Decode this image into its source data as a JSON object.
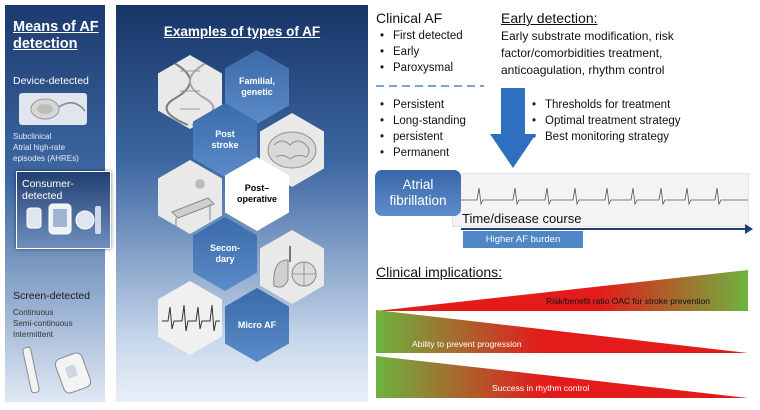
{
  "means": {
    "title_line1": "Means of AF",
    "title_line2": "detection",
    "device_detected": "Device-detected",
    "subclinical_1": "Subclinical",
    "subclinical_2": "Atrial high-rate",
    "subclinical_3": "episodes (AHREs)",
    "consumer_detected": "Consumer-detected",
    "screen_detected": "Screen-detected",
    "screen_items": [
      "Continuous",
      "Semi-continuous",
      "Intermittent"
    ]
  },
  "examples": {
    "title": "Examples of types of AF",
    "hex_familial_1": "Familial,",
    "hex_familial_2": "genetic",
    "hex_post_stroke_1": "Post",
    "hex_post_stroke_2": "stroke",
    "hex_post_op_1": "Post–",
    "hex_post_op_2": "operative",
    "hex_secondary_1": "Secon-",
    "hex_secondary_2": "dary",
    "hex_micro": "Micro AF"
  },
  "clinical_af": {
    "title": "Clinical AF",
    "group1": [
      "First detected",
      "Early",
      "Paroxysmal"
    ],
    "group2": [
      "Persistent",
      "Long-standing",
      "persistent",
      "Permanent"
    ]
  },
  "early_detection": {
    "title": "Early detection:",
    "text": [
      "Early substrate modification, risk",
      "factor/comorbidities treatment,",
      "anticoagulation, rhythm control"
    ],
    "bullets": [
      "Thresholds for treatment",
      "Optimal treatment strategy",
      "Best monitoring strategy"
    ]
  },
  "timeline": {
    "af_box_1": "Atrial",
    "af_box_2": "fibrillation",
    "axis_label": "Time/disease course",
    "burden": "Higher AF burden"
  },
  "implications": {
    "title": "Clinical implications:",
    "bar1": "Risk/benefit ratio OAC for stroke prevention",
    "bar2": "Ability to prevent progression",
    "bar3": "Success in rhythm control"
  },
  "colors": {
    "navy": "#1c3a6e",
    "arrow_blue": "#2f6fbf",
    "wedge_red": "#e31b1b",
    "wedge_green": "#6db33f"
  }
}
